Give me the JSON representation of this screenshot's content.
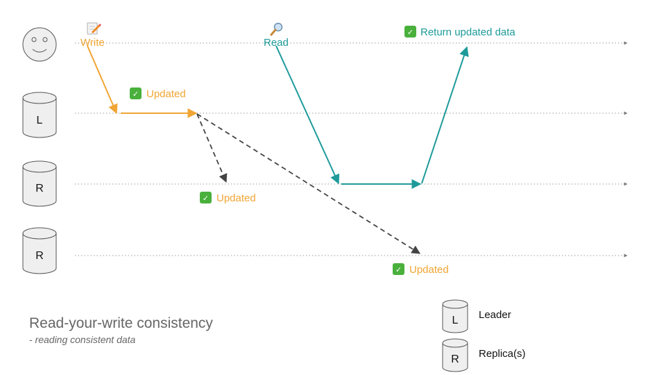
{
  "client": {
    "write_label": "Write",
    "read_label": "Read",
    "write_icon": "pencil-memo-icon",
    "read_icon": "magnifier-icon"
  },
  "nodes": {
    "leader_letter": "L",
    "replica_letter": "R"
  },
  "events": {
    "leader_updated": "Updated",
    "replica1_updated": "Updated",
    "replica2_updated": "Updated",
    "return_label": "Return updated data"
  },
  "legend": {
    "leader_label": "Leader",
    "replica_label": "Replica(s)",
    "leader_letter": "L",
    "replica_letter": "R"
  },
  "title": {
    "main": "Read-your-write consistency",
    "sub": "- reading consistent data"
  },
  "colors": {
    "write": "#f0a534",
    "read": "#1e9a9a",
    "replication": "#444444",
    "check": "#49b03c",
    "timeline": "#9a9a9a"
  }
}
